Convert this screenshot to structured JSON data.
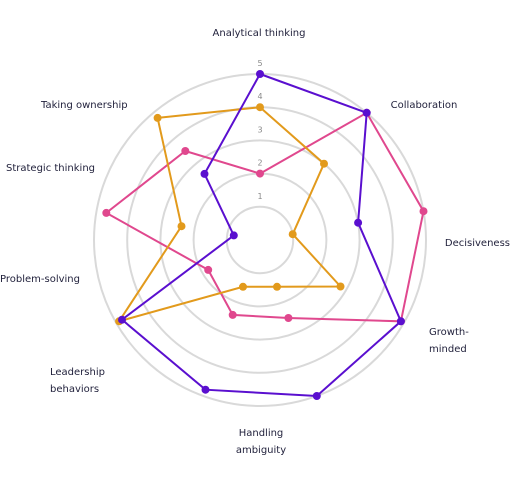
{
  "chart_data": {
    "type": "radar",
    "axes": [
      "Analytical thinking",
      "Collaboration",
      "Decisiveness",
      "Growth-minded",
      "Handling ambiguity",
      "Leadership behaviors",
      "Problem-solving",
      "Strategic thinking",
      "Taking ownership"
    ],
    "axis_label_lines": [
      [
        "Analytical thinking"
      ],
      [
        "Collaboration"
      ],
      [
        "Decisiveness"
      ],
      [
        "Growth-",
        "minded"
      ],
      [
        "Handling",
        "ambiguity"
      ],
      [
        "Leadership",
        "behaviors"
      ],
      [
        "Problem-solving"
      ],
      [
        "Strategic thinking"
      ],
      [
        "Taking ownership"
      ]
    ],
    "ticks": [
      "1",
      "2",
      "3",
      "4",
      "5"
    ],
    "rmax": 5,
    "grid": true,
    "series": [
      {
        "color": "#e0488e",
        "values": [
          2,
          5,
          5,
          4.9,
          2.5,
          2.4,
          1.8,
          4.7,
          3.5
        ]
      },
      {
        "color": "#e29a1c",
        "values": [
          4,
          3,
          1,
          2.8,
          1.5,
          1.5,
          4.9,
          2.4,
          4.8
        ]
      },
      {
        "color": "#5a0fcf",
        "values": [
          5,
          5,
          3,
          4.9,
          5,
          4.8,
          4.8,
          0.8,
          2.6
        ]
      }
    ]
  }
}
